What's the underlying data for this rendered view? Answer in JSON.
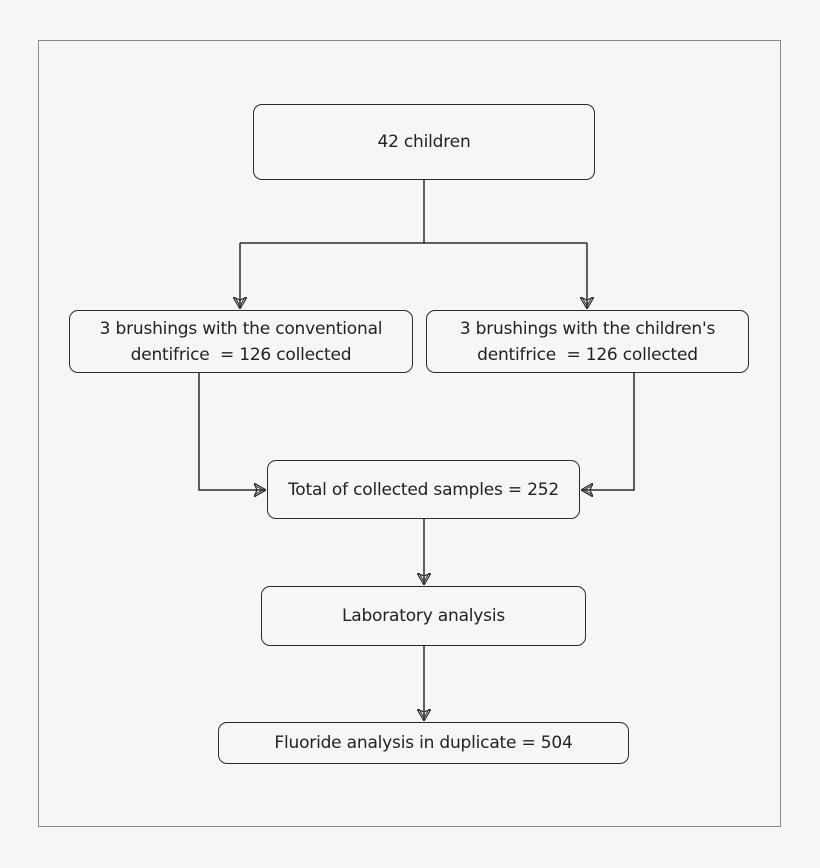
{
  "diagram": {
    "nodes": {
      "children": {
        "label": "42 children"
      },
      "conventional": {
        "line1": "3 brushings with the conventional",
        "line2": "dentifrice  = 126 collected"
      },
      "childrens": {
        "line1": "3 brushings with the children's",
        "line2": "dentifrice  = 126 collected"
      },
      "total": {
        "label": "Total of collected samples = 252"
      },
      "lab": {
        "label": "Laboratory analysis"
      },
      "fluoride": {
        "label": "Fluoride analysis in duplicate = 504"
      }
    },
    "edges": [
      {
        "from": "children",
        "to": "conventional"
      },
      {
        "from": "children",
        "to": "childrens"
      },
      {
        "from": "conventional",
        "to": "total"
      },
      {
        "from": "childrens",
        "to": "total"
      },
      {
        "from": "total",
        "to": "lab"
      },
      {
        "from": "lab",
        "to": "fluoride"
      }
    ],
    "colors": {
      "line": "#2b2b2b",
      "background": "#f6f6f6",
      "frame": "#8a8a8a"
    }
  }
}
